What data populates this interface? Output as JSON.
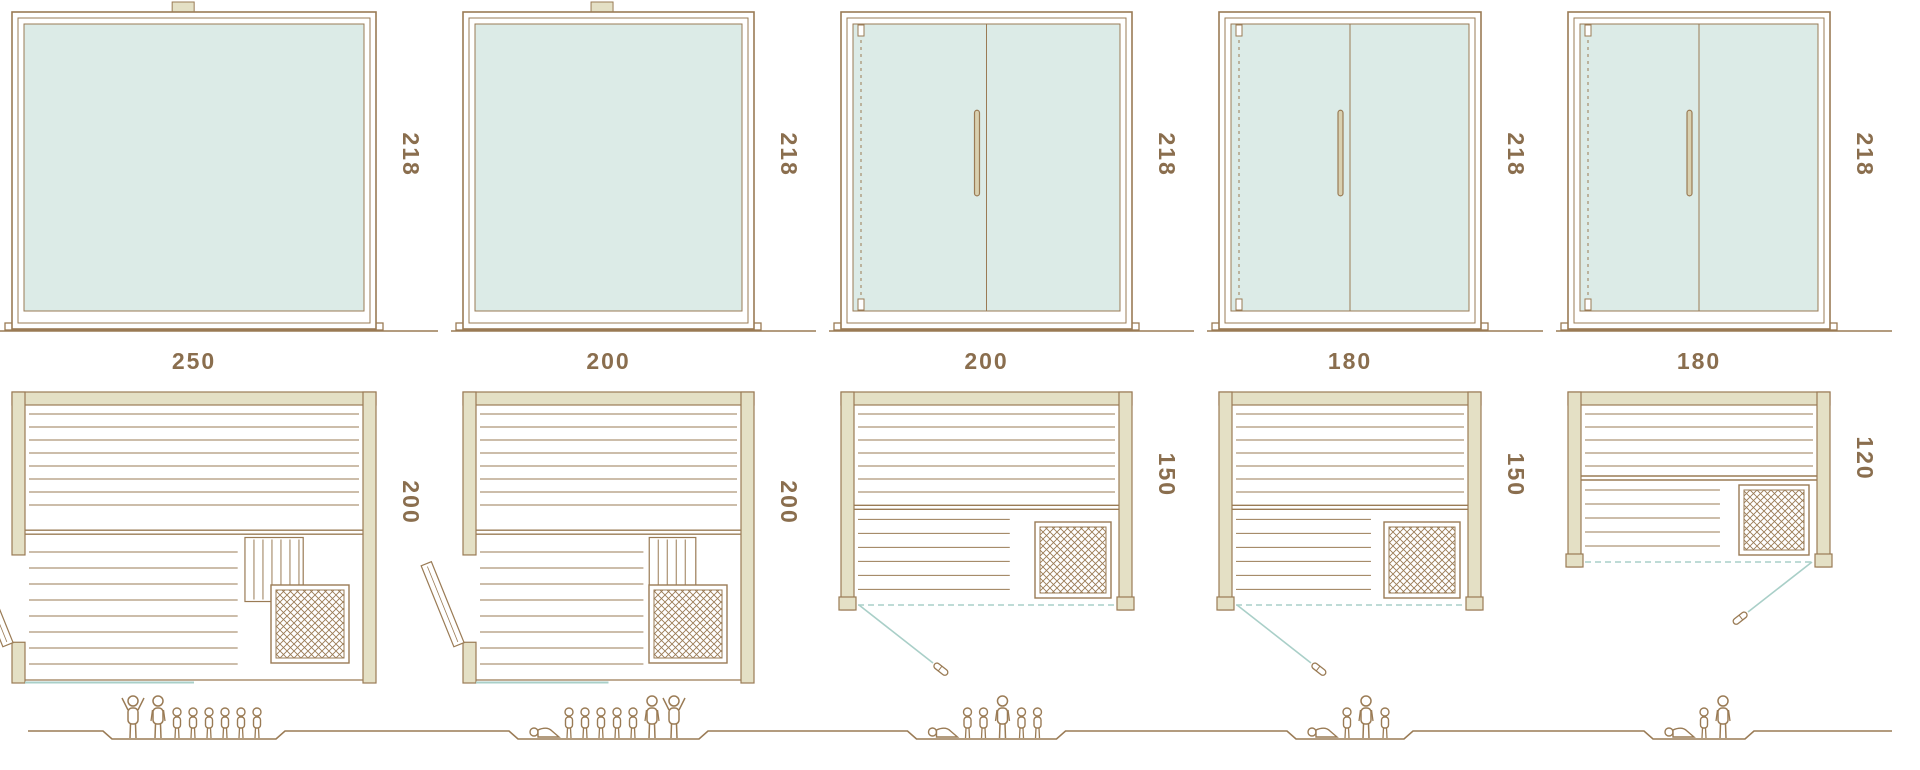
{
  "diagram": {
    "kind": "sauna-model-size-comparison",
    "units": "cm",
    "views": [
      "front-elevation",
      "floor-plan",
      "capacity-figures"
    ]
  },
  "colors": {
    "line": "#9a7b55",
    "text": "#8a6e4e",
    "glass": "#dcebe7",
    "wall": "#e4e0c5",
    "teal": "#a9cfc8",
    "handle_fill": "#d8d0b0",
    "background": "#ffffff"
  },
  "models": [
    {
      "name": "sauna-250x200",
      "elevation": {
        "style": "fixed-glass-front",
        "height_label": "218",
        "height_cm": 218,
        "width_cm": 250
      },
      "width_label": "250",
      "plan": {
        "style": "side-door",
        "depth_label": "200",
        "depth_cm": 200,
        "heater": true
      },
      "capacity": {
        "count": 8,
        "figures": [
          "adult-arms-up",
          "adult",
          "child",
          "child",
          "child",
          "child",
          "child",
          "child"
        ]
      }
    },
    {
      "name": "sauna-200x200",
      "elevation": {
        "style": "fixed-glass-front",
        "height_label": "218",
        "height_cm": 218,
        "width_cm": 200
      },
      "width_label": "200",
      "plan": {
        "style": "side-door",
        "depth_label": "200",
        "depth_cm": 200,
        "heater": true
      },
      "capacity": {
        "count": 8,
        "figures": [
          "reclining",
          "child",
          "child",
          "child",
          "child",
          "child",
          "adult",
          "adult-arms-up"
        ]
      }
    },
    {
      "name": "sauna-200x150",
      "elevation": {
        "style": "double-glass-door",
        "height_label": "218",
        "height_cm": 218,
        "width_cm": 200
      },
      "width_label": "200",
      "plan": {
        "style": "front-door-left",
        "depth_label": "150",
        "depth_cm": 150,
        "heater": true
      },
      "capacity": {
        "count": 6,
        "figures": [
          "reclining",
          "child",
          "child",
          "adult",
          "child",
          "child"
        ]
      }
    },
    {
      "name": "sauna-180x150",
      "elevation": {
        "style": "double-glass-door",
        "height_label": "218",
        "height_cm": 218,
        "width_cm": 180
      },
      "width_label": "180",
      "plan": {
        "style": "front-door-left",
        "depth_label": "150",
        "depth_cm": 150,
        "heater": true
      },
      "capacity": {
        "count": 4,
        "figures": [
          "reclining",
          "child",
          "adult",
          "child"
        ]
      }
    },
    {
      "name": "sauna-180x120",
      "elevation": {
        "style": "double-glass-door",
        "height_label": "218",
        "height_cm": 218,
        "width_cm": 180
      },
      "width_label": "180",
      "plan": {
        "style": "front-door-right",
        "depth_label": "120",
        "depth_cm": 120,
        "heater": true
      },
      "capacity": {
        "count": 3,
        "figures": [
          "reclining",
          "child",
          "adult"
        ]
      }
    }
  ]
}
